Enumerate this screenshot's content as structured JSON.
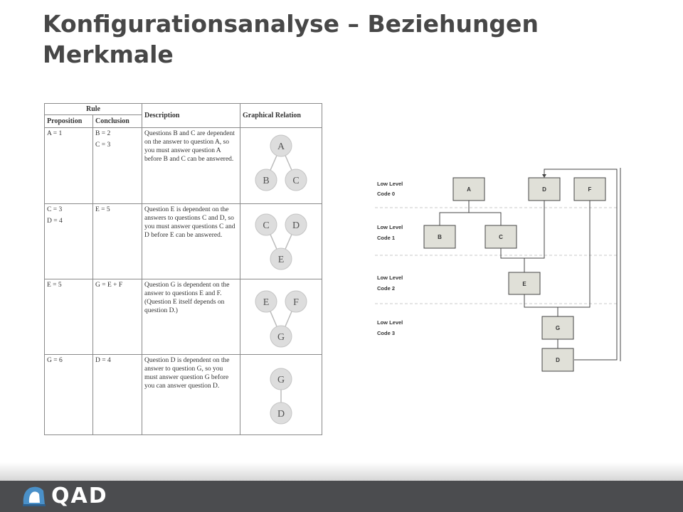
{
  "title": "Konfigurationsanalyse – Beziehungen Merkmale",
  "table": {
    "header_rule": "Rule",
    "header_proposition": "Proposition",
    "header_conclusion": "Conclusion",
    "header_description": "Description",
    "header_graphical": "Graphical Relation",
    "rows": [
      {
        "proposition": [
          "A = 1"
        ],
        "conclusion": [
          "B = 2",
          "C = 3"
        ],
        "description": "Questions B and C are dependent on the answer to question A, so you must answer question A before B and C can be answered.",
        "nodes": [
          "A",
          "B",
          "C"
        ]
      },
      {
        "proposition": [
          "C = 3",
          "D = 4"
        ],
        "conclusion": [
          "E = 5"
        ],
        "description": "Question E is dependent on the answers to questions C and D, so you must answer questions C and D before E can be answered.",
        "nodes": [
          "C",
          "D",
          "E"
        ]
      },
      {
        "proposition": [
          "E = 5"
        ],
        "conclusion": [
          "G = E + F"
        ],
        "description": "Question G is dependent on the answer to questions E and F. (Question E itself depends on question D.)",
        "nodes": [
          "E",
          "F",
          "G"
        ]
      },
      {
        "proposition": [
          "G = 6"
        ],
        "conclusion": [
          "D = 4"
        ],
        "description": "Question D is dependent on the answer to question G, so you must answer question G before you can answer question D.",
        "nodes": [
          "G",
          "D"
        ]
      }
    ]
  },
  "tree": {
    "levels": [
      {
        "line1": "Low Level",
        "line2": "Code 0"
      },
      {
        "line1": "Low Level",
        "line2": "Code 1"
      },
      {
        "line1": "Low Level",
        "line2": "Code 2"
      },
      {
        "line1": "Low Level",
        "line2": "Code 3"
      }
    ],
    "boxes": [
      "A",
      "D",
      "F",
      "B",
      "C",
      "E",
      "G",
      "D"
    ]
  },
  "footer": {
    "brand": "QAD"
  },
  "colors": {
    "box_fill": "#e0e0d8",
    "node_fill": "#dddddd",
    "footer_bg": "#4b4c4f",
    "logo_blue": "#4a90c8"
  }
}
